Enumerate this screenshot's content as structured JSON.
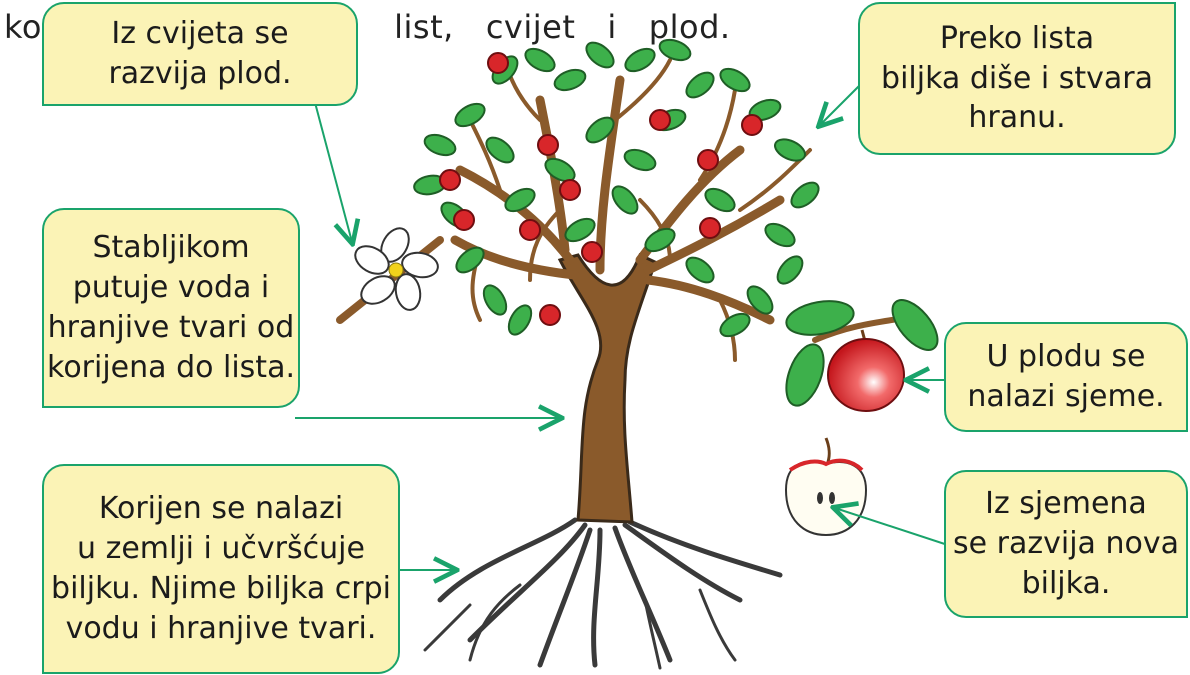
{
  "header_text": "ko                                 list,   cvijet   i   plod.",
  "colors": {
    "box_fill": "#fbf3b6",
    "box_border": "#1aa36b",
    "arrow": "#1aa36b",
    "trunk": "#8a5a2b",
    "leaf": "#3db04b",
    "apple": "#d8262a"
  },
  "labels": {
    "flower": "Iz cvijeta se\nrazvija plod.",
    "leaf": "Preko lista\nbiljka diše i stvara\nhranu.",
    "stem": "Stabljikom\nputuje voda i\nhranjive tvari od\nkorijena do lista.",
    "fruit": "U plodu se\nnalazi sjeme.",
    "root": "Korijen se nalazi\nu zemlji i učvršćuje\nbiljku. Njime biljka crpi\nvodu i hranjive tvari.",
    "seed": "Iz sjemena\nse razvija nova\nbiljka."
  },
  "icons": [
    "tree-illustration",
    "flower-icon",
    "apple-icon",
    "apple-half-icon"
  ]
}
